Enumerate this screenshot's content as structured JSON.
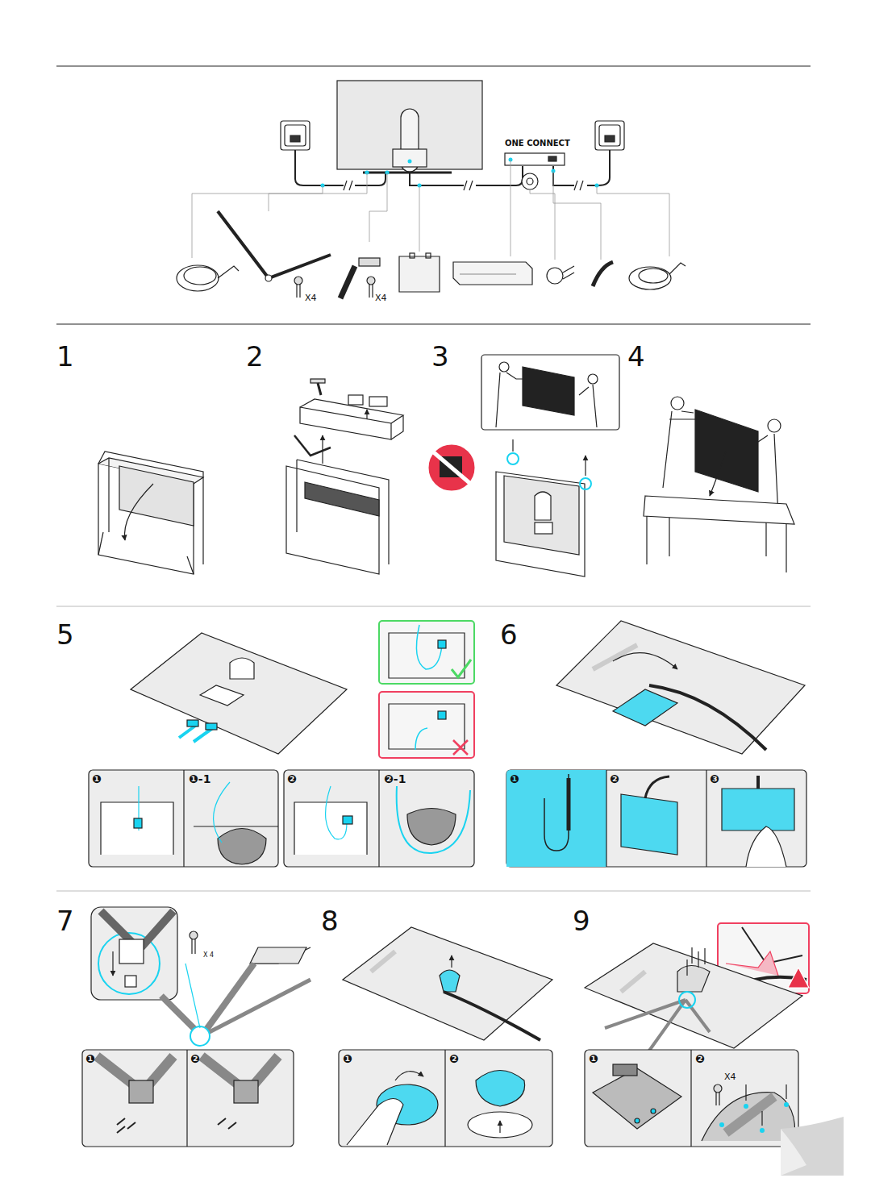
{
  "diagram": {
    "labels": [
      "ONE CONNECT",
      "X4",
      "X4",
      "1",
      "2",
      "3",
      "4",
      "5",
      "6",
      "7",
      "8",
      "9",
      "❶",
      "❶-1",
      "❷",
      "❷-1",
      "❶",
      "❷",
      "❸",
      "❶",
      "❷",
      "X 4",
      "❶",
      "❷",
      "❶",
      "❷",
      "X4"
    ]
  }
}
